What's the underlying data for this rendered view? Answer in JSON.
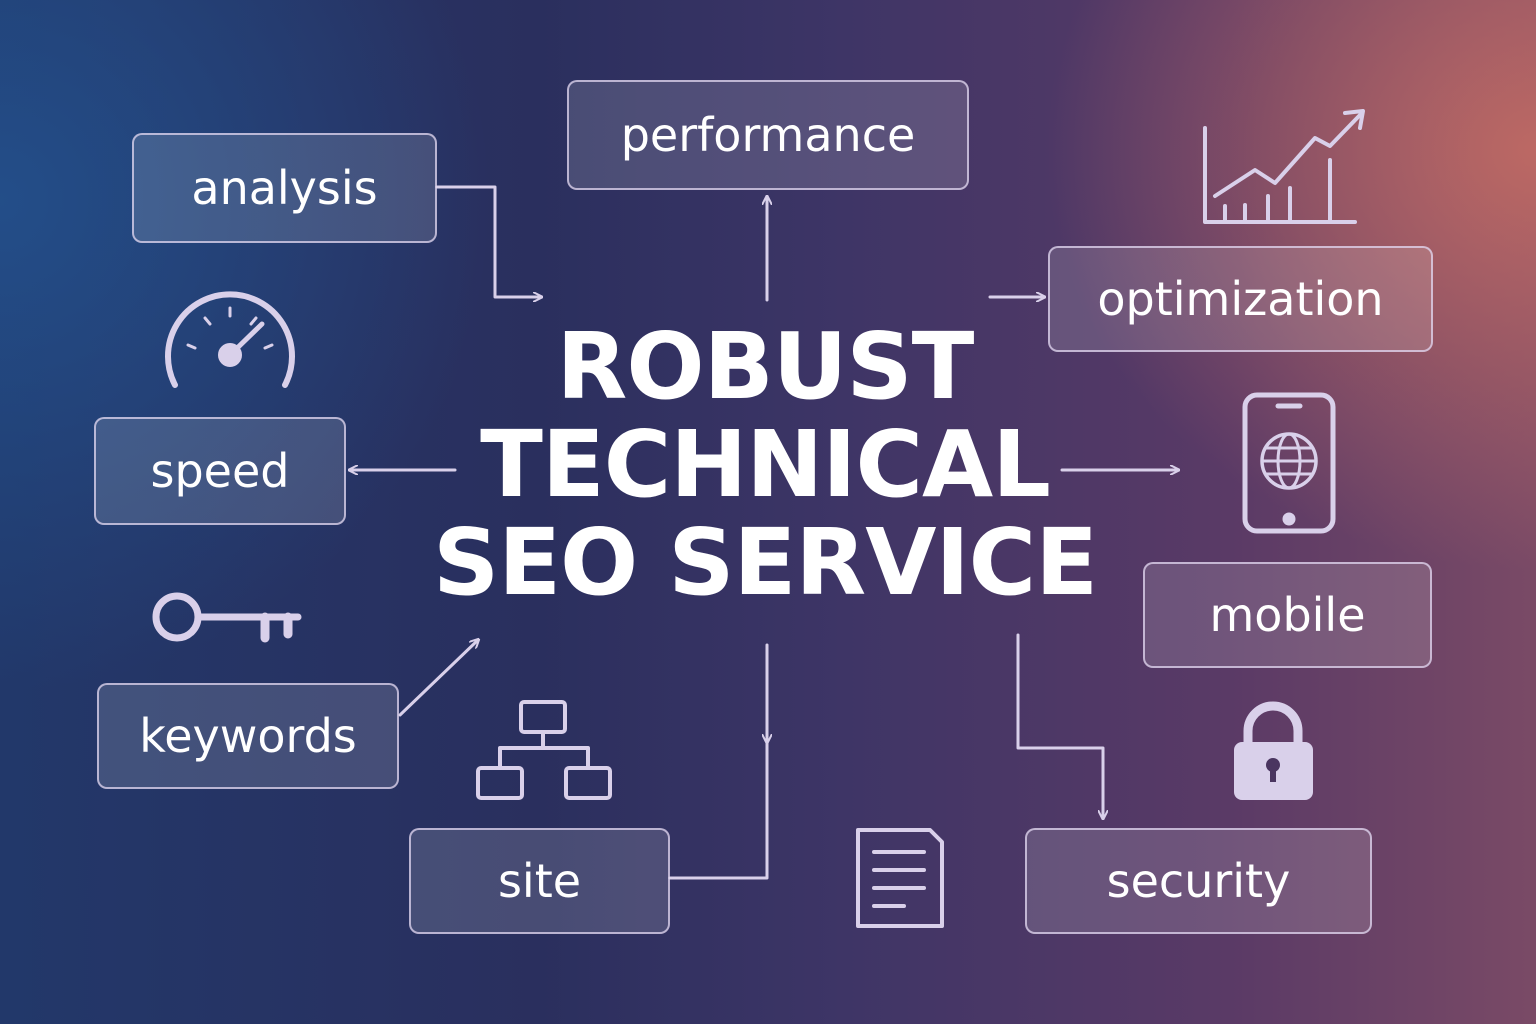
{
  "title": {
    "lines": [
      "ROBUST",
      "TECHNICAL",
      "SEO SERVICE"
    ]
  },
  "nodes": {
    "analysis": "analysis",
    "performance": "performance",
    "optimization": "optimization",
    "speed": "speed",
    "mobile": "mobile",
    "keywords": "keywords",
    "site": "site",
    "security": "security"
  },
  "icons": [
    "growth-chart-icon",
    "speedometer-icon",
    "smartphone-globe-icon",
    "key-icon",
    "sitemap-icon",
    "lock-icon",
    "document-icon"
  ],
  "colors": {
    "line": "#d9d0ea",
    "text": "#ffffff"
  }
}
